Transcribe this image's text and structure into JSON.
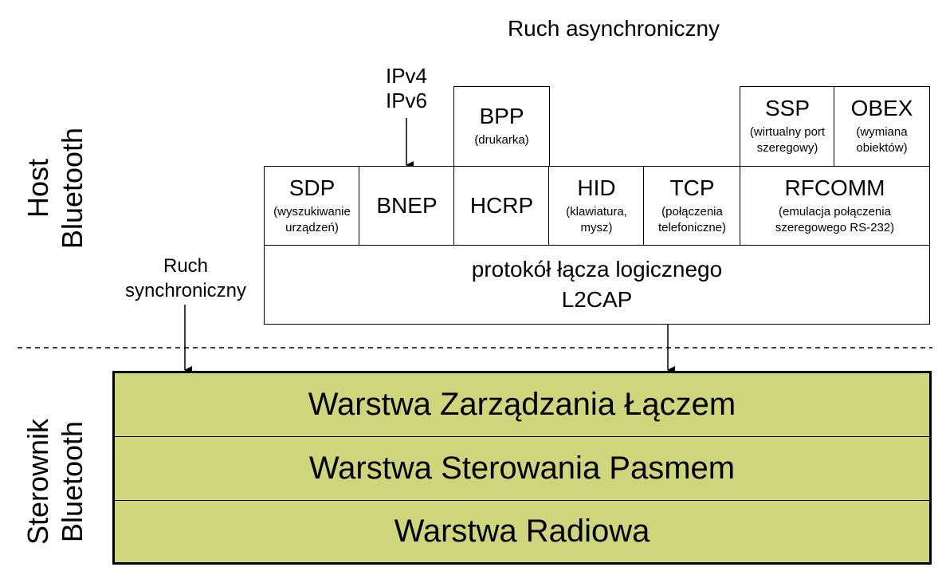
{
  "title_async": "Ruch asynchroniczny",
  "label_ip": [
    "IPv4",
    "IPv6"
  ],
  "label_sync": [
    "Ruch",
    "synchroniczny"
  ],
  "side_host": [
    "Host",
    "Bluetooth"
  ],
  "side_controller": [
    "Sterownik",
    "Bluetooth"
  ],
  "colors": {
    "controller_fill": "#cdd67a",
    "line": "#000000"
  },
  "top_protocols": {
    "bpp": {
      "name": "BPP",
      "desc": "(drukarka)"
    },
    "ssp": {
      "name": "SSP",
      "desc": [
        "(wirtualny port",
        "szeregowy)"
      ]
    },
    "obex": {
      "name": "OBEX",
      "desc": [
        "(wymiana",
        "obiektów)"
      ]
    }
  },
  "mid_protocols": {
    "sdp": {
      "name": "SDP",
      "desc": [
        "(wyszukiwanie",
        "urządzeń)"
      ]
    },
    "bnep": {
      "name": "BNEP"
    },
    "hcrp": {
      "name": "HCRP"
    },
    "hid": {
      "name": "HID",
      "desc": [
        "(klawiatura,",
        "mysz)"
      ]
    },
    "tcp": {
      "name": "TCP",
      "desc": [
        "(połączenia",
        "telefoniczne)"
      ]
    },
    "rfcomm": {
      "name": "RFCOMM",
      "desc": [
        "(emulacja połączenia",
        "szeregowego RS-232)"
      ]
    }
  },
  "l2cap": {
    "line1": "protokół łącza logicznego",
    "line2": "L2CAP"
  },
  "controller_layers": [
    "Warstwa Zarządzania Łączem",
    "Warstwa Sterowania Pasmem",
    "Warstwa Radiowa"
  ]
}
